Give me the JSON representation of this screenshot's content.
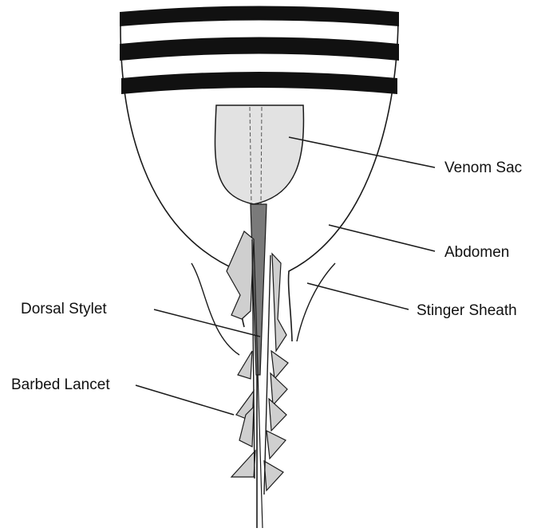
{
  "labels": {
    "venom_sac": "Venom Sac",
    "abdomen": "Abdomen",
    "stinger_sheath": "Stinger Sheath",
    "dorsal_stylet": "Dorsal Stylet",
    "barbed_lancet": "Barbed Lancet"
  },
  "colors": {
    "background": "#ffffff",
    "outline": "#1a1a1a",
    "bands": "#111111",
    "venom_sac_fill": "#e2e2e2",
    "stylet_fill": "#7a7a7a",
    "lancet_fill": "#cfcfcf"
  }
}
